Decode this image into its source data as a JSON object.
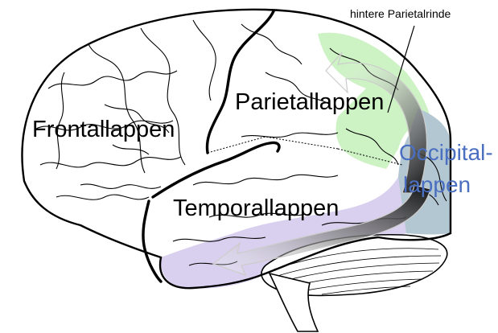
{
  "labels": {
    "frontal": "Frontallappen",
    "parietal": "Parietallappen",
    "temporal": "Temporallappen",
    "occipital_line1": "Occipital-",
    "occipital_line2": "lappen",
    "callout": "hintere Parietalrinde"
  },
  "colors": {
    "parietal_region": "#cdf2c4",
    "temporal_region": "#d9d0ef",
    "occipital_region": "#b3c7d3",
    "occipital_text": "#4a6fc0",
    "outline": "#000000",
    "stream_arrow": "#1a1a1a"
  },
  "icons": {
    "dorsal_stream": "curved-arrow-dorsal",
    "ventral_stream": "curved-arrow-ventral"
  }
}
